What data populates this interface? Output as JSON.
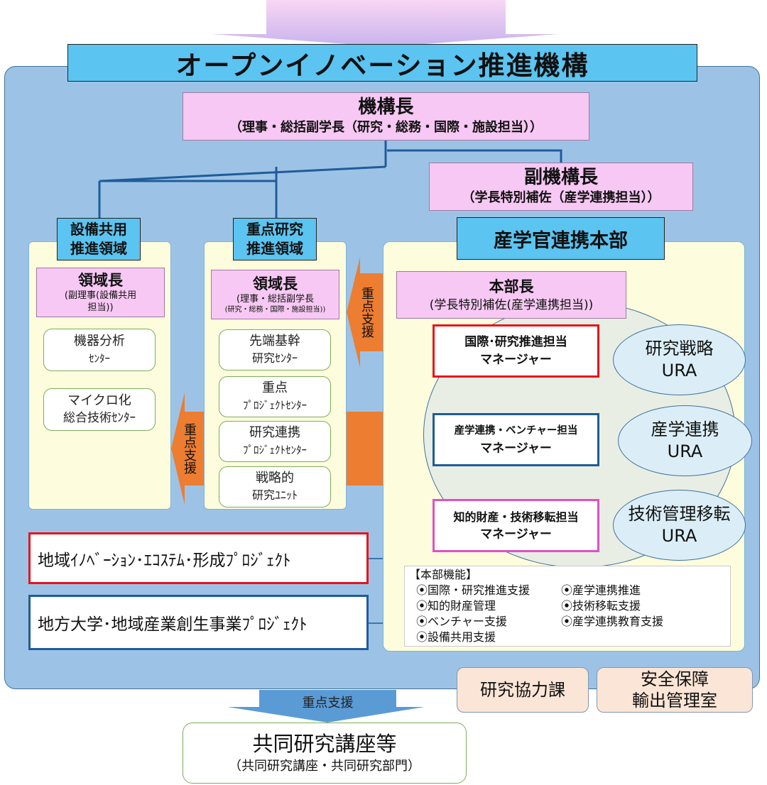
{
  "title": "オープンイノベーション推進機構",
  "director": {
    "title": "機構長",
    "subtitle": "（理事・総括副学長（研究・総務・国際・施設担当））"
  },
  "vice_director": {
    "title": "副機構長",
    "subtitle": "（学長特別補佐（産学連携担当））"
  },
  "facility_domain": {
    "label_line1": "設備共用",
    "label_line2": "推進領域",
    "head_title": "領域長",
    "head_sub_line1": "(副理事(設備共用",
    "head_sub_line2": "担当))",
    "units": [
      {
        "line1": "機器分析",
        "line2": "ｾﾝﾀｰ"
      },
      {
        "line1": "マイクロ化",
        "line2": "総合技術ｾﾝﾀｰ"
      }
    ]
  },
  "priority_domain": {
    "label_line1": "重点研究",
    "label_line2": "推進領域",
    "head_title": "領域長",
    "head_sub_line1": "(理事・総括副学長",
    "head_sub_line2": "(研究・総務・国際・施設担当))",
    "units": [
      {
        "line1": "先端基幹",
        "line2": "研究ｾﾝﾀｰ"
      },
      {
        "line1": "重点",
        "line2": "ﾌﾟﾛｼﾞｪｸﾄｾﾝﾀｰ"
      },
      {
        "line1": "研究連携",
        "line2": "ﾌﾟﾛｼﾞｪｸﾄｾﾝﾀｰ"
      },
      {
        "line1": "戦略的",
        "line2": "研究ﾕﾆｯﾄ"
      }
    ]
  },
  "hq": {
    "label": "産学官連携本部",
    "head_title": "本部長",
    "head_sub": "(学長特別補佐(産学連携担当))",
    "managers": [
      {
        "line1": "国際･研究推進担当",
        "line2": "マネージャー",
        "color": "#e8131b"
      },
      {
        "line1": "産学連携・ベンチャー担当",
        "line2": "マネージャー",
        "color": "#1f5c99"
      },
      {
        "line1": "知的財産・技術移転担当",
        "line2": "マネージャー",
        "color": "#e050c8"
      }
    ],
    "uras": [
      {
        "line1": "研究戦略",
        "line2": "URA"
      },
      {
        "line1": "産学連携",
        "line2": "URA"
      },
      {
        "line1": "技術管理移転",
        "line2": "URA"
      }
    ],
    "functions_title": "【本部機能】",
    "functions": [
      "⦿国際・研究推進支援",
      "⦿産学連携推進",
      "⦿知的財産管理",
      "⦿技術移転支援",
      "⦿ベンチャー支援",
      "⦿産学連携教育支援",
      "⦿設備共用支援"
    ]
  },
  "support_arrow_label": "重点支援",
  "projects": [
    {
      "label": "地域ｲﾉﾍﾞｰｼｮﾝ･ｴｺｽﾃﾑ･形成ﾌﾟﾛｼﾞｪｸﾄ",
      "color": "#e8131b"
    },
    {
      "label": "地方大学･地域産業創生事業ﾌﾟﾛｼﾞｪｸﾄ",
      "color": "#1f5c99"
    }
  ],
  "offices": [
    {
      "line1": "研究協力課",
      "line2": ""
    },
    {
      "line1": "安全保障",
      "line2": "輸出管理室"
    }
  ],
  "bottom_support_label": "重点支援",
  "joint": {
    "title": "共同研究講座等",
    "subtitle": "（共同研究講座・共同研究部門）"
  },
  "colors": {
    "panel": "#9cc3e6",
    "sky": "#5bc4f1",
    "pink": "#f6c8f3",
    "orange": "#ed7d31",
    "line": "#1f5c99"
  }
}
